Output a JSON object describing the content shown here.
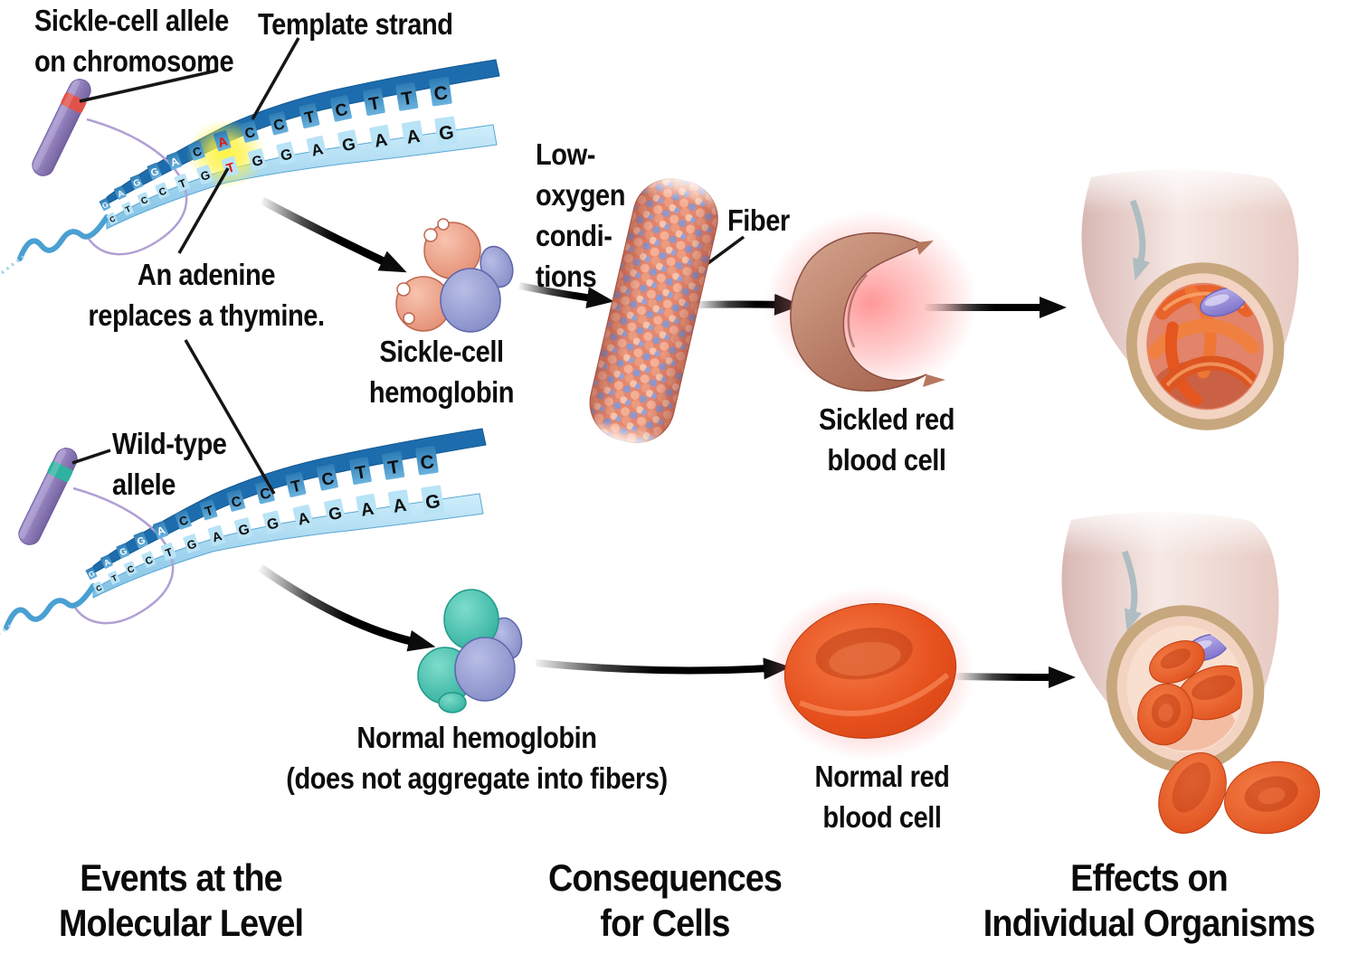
{
  "labels": {
    "sickle_allele": {
      "line1": "Sickle-cell allele",
      "line2": "on chromosome"
    },
    "template_strand": {
      "text": "Template strand"
    },
    "adenine": {
      "line1": "An adenine",
      "line2": "replaces a thymine."
    },
    "low_oxygen": {
      "line1": "Low-",
      "line2": "oxygen",
      "line3": "condi-",
      "line4": "tions"
    },
    "fiber": {
      "text": "Fiber"
    },
    "sickle_hemoglobin": {
      "line1": "Sickle-cell",
      "line2": "hemoglobin"
    },
    "sickled_rbc": {
      "line1": "Sickled red",
      "line2": "blood cell"
    },
    "wild_type": {
      "line1": "Wild-type",
      "line2": "allele"
    },
    "normal_hemoglobin": {
      "line1": "Normal hemoglobin",
      "line2": "(does not aggregate into fibers)"
    },
    "normal_rbc": {
      "line1": "Normal red",
      "line2": "blood cell"
    }
  },
  "captions": {
    "molecular": {
      "line1": "Events at the",
      "line2": "Molecular Level"
    },
    "cells": {
      "line1": "Consequences",
      "line2": "for Cells"
    },
    "organisms": {
      "line1": "Effects on",
      "line2": "Individual Organisms"
    }
  },
  "dna": {
    "sickle": {
      "top": [
        "G",
        "A",
        "G",
        "G",
        "A",
        "C",
        "A",
        "C",
        "C",
        "T",
        "C",
        "T",
        "T",
        "C"
      ],
      "bottom": [
        "C",
        "T",
        "C",
        "C",
        "T",
        "G",
        "T",
        "G",
        "G",
        "A",
        "G",
        "A",
        "A",
        "G"
      ],
      "mutation_index": 6
    },
    "wild": {
      "top": [
        "G",
        "A",
        "G",
        "G",
        "A",
        "C",
        "T",
        "C",
        "C",
        "T",
        "C",
        "T",
        "T",
        "C"
      ],
      "bottom": [
        "C",
        "T",
        "C",
        "C",
        "T",
        "G",
        "A",
        "G",
        "G",
        "A",
        "G",
        "A",
        "A",
        "G"
      ],
      "mutation_index": -1
    }
  },
  "colors": {
    "mutation_red": "#e3170b",
    "mutation_glow": "#f9ee4e",
    "dna_dark_blue": "#1d6dae",
    "dna_light_blue": "#9fd3ee",
    "chromosome_purple": "#8f7fc0",
    "sickle_allele_band": "#e0524a",
    "wild_allele_band": "#2fb2a0",
    "hemoglobin_salmon": "#f0a28d",
    "hemoglobin_periwinkle": "#99a0d2",
    "hemoglobin_teal": "#41c6b2",
    "red_cell_orange": "#e75f24",
    "sickled_cell_tan": "#c08a74",
    "vessel_ring_tan": "#c7a77d",
    "leukocyte_purple": "#9389d9",
    "flow_arrow_gray": "#aebdc2"
  }
}
